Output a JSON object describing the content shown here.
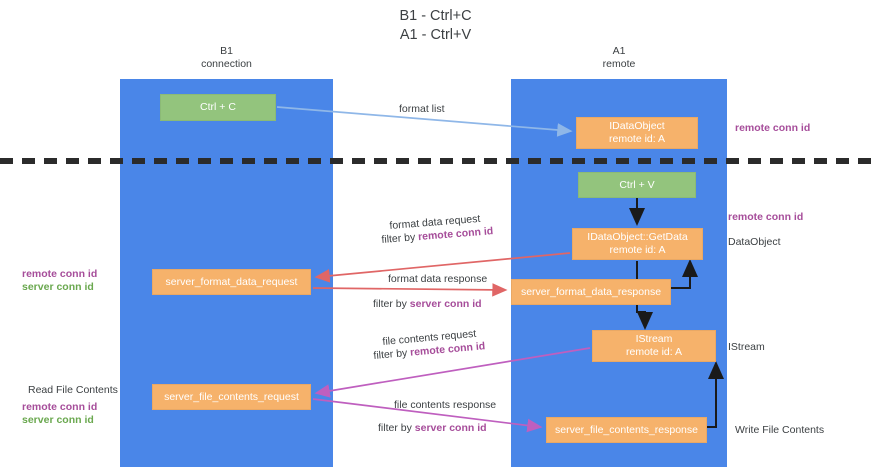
{
  "title": "B1 - Ctrl+C\nA1 - Ctrl+V",
  "lanes": [
    {
      "id": "b1",
      "title": "B1\nconnection",
      "color": "#4a86e8"
    },
    {
      "id": "a1",
      "title": "A1\nremote",
      "color": "#4a86e8"
    }
  ],
  "nodes": {
    "ctrl_c": {
      "line1": "Ctrl + C",
      "color": "#93c47d"
    },
    "idataobject": {
      "line1": "IDataObject",
      "line2": "remote id: A",
      "color": "#f6b26b"
    },
    "ctrl_v": {
      "line1": "Ctrl + V",
      "color": "#93c47d"
    },
    "getdata": {
      "line1": "IDataObject::GetData",
      "line2": "remote id: A",
      "color": "#f6b26b"
    },
    "server_format_data_request": {
      "line1": "server_format_data_request",
      "color": "#f6b26b"
    },
    "server_format_data_response": {
      "line1": "server_format_data_response",
      "color": "#f6b26b"
    },
    "istream": {
      "line1": "IStream",
      "line2": "remote id: A",
      "color": "#f6b26b"
    },
    "server_file_contents_request": {
      "line1": "server_file_contents_request",
      "color": "#f6b26b"
    },
    "server_file_contents_response": {
      "line1": "server_file_contents_response",
      "color": "#f6b26b"
    }
  },
  "edge_labels": {
    "format_list": "format list",
    "format_data_request": "format data request",
    "format_data_request_filter_prefix": "filter by ",
    "format_data_request_filter_value": "remote conn id",
    "format_data_response": "format data response",
    "format_data_response_filter_prefix": "filter by ",
    "format_data_response_filter_value": "server conn id",
    "file_contents_request": "file contents request",
    "file_contents_request_filter_prefix": "filter by ",
    "file_contents_request_filter_value": "remote conn id",
    "file_contents_response": "file contents response",
    "file_contents_response_filter_prefix": "filter by ",
    "file_contents_response_filter_value": "server conn id"
  },
  "annotations": {
    "remote_conn_id_top": "remote conn id",
    "remote_conn_id_mid": "remote conn id",
    "dataobject": "DataObject",
    "istream": "IStream",
    "write_file_contents": "Write File Contents",
    "read_file_contents": "Read File Contents",
    "left_remote_conn_id_1": "remote conn id",
    "left_server_conn_id_1": "server conn id",
    "left_remote_conn_id_2": "remote conn id",
    "left_server_conn_id_2": "server conn id"
  },
  "colors": {
    "lane": "#4a86e8",
    "green_node": "#93c47d",
    "orange_node": "#f6b26b",
    "purple_text": "#a64d9a",
    "green_text": "#6aa84f",
    "blue_arrow": "#8fb7e8",
    "red_arrow": "#e06666",
    "magenta_arrow": "#bf5fbf",
    "dashed_divider": "#2b2b2b"
  }
}
